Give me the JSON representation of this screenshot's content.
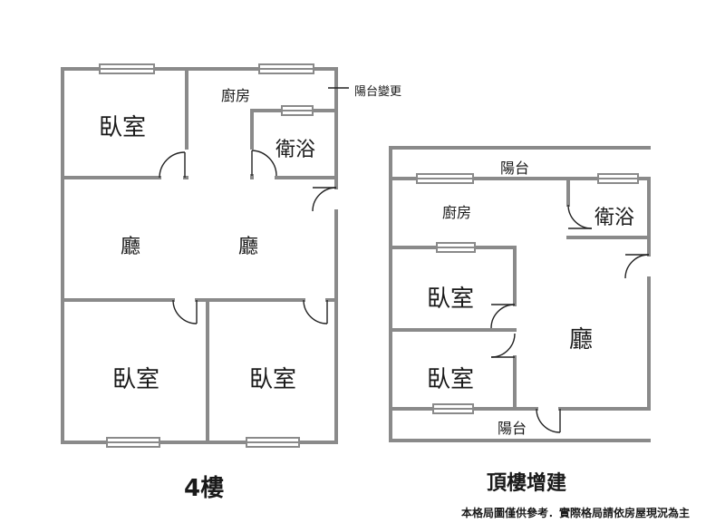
{
  "floor4": {
    "title": "4樓",
    "rooms": {
      "bedroom_top_left": "臥室",
      "kitchen": "廚房",
      "bathroom": "衛浴",
      "living_left": "廳",
      "living_right": "廳",
      "bedroom_bottom_left": "臥室",
      "bedroom_bottom_right": "臥室"
    },
    "annotation": "陽台變更"
  },
  "rooftop": {
    "title": "頂樓增建",
    "rooms": {
      "balcony_top": "陽台",
      "kitchen": "廚房",
      "bathroom": "衛浴",
      "bedroom_upper": "臥室",
      "living": "廳",
      "bedroom_lower": "臥室",
      "balcony_bottom": "陽台"
    }
  },
  "disclaimer": "本格局圖僅供參考．實際格局請依房屋現況為主",
  "colors": {
    "wall": "#8a8a8a",
    "door": "#222222",
    "text": "#1a1a1a"
  }
}
